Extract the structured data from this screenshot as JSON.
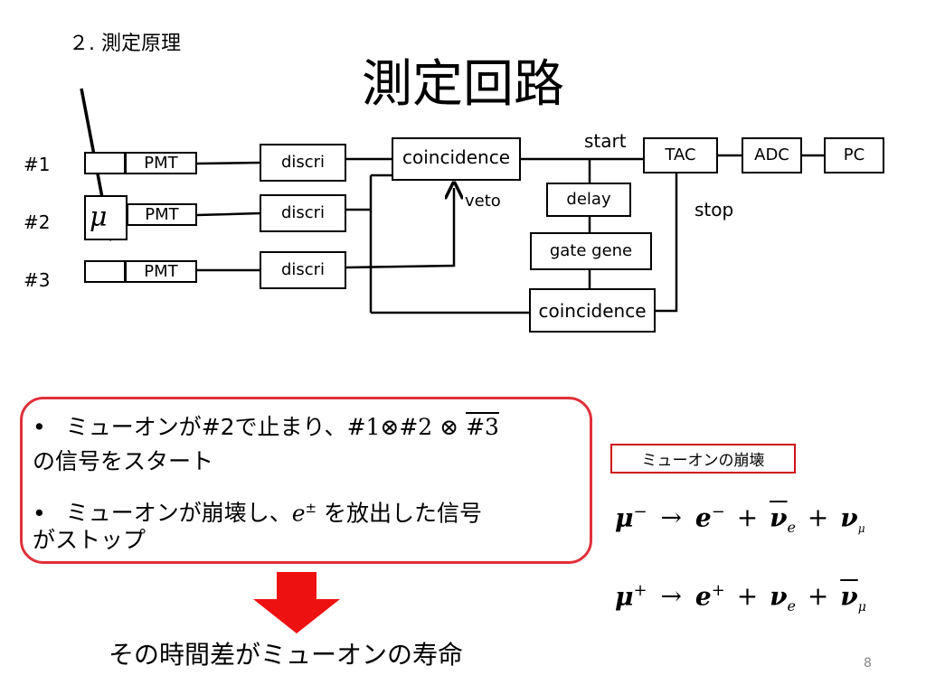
{
  "header": {
    "section": "２. 測定原理",
    "title": "測定回路"
  },
  "circuit": {
    "channels": [
      "#1",
      "#2",
      "#3"
    ],
    "pmt": "PMT",
    "discri": "discri",
    "coincidence": "coincidence",
    "veto": "veto",
    "delay": "delay",
    "gate": "gate gene",
    "tac": "TAC",
    "adc": "ADC",
    "pc": "PC",
    "start": "start",
    "stop": "stop",
    "muon": "μ"
  },
  "bullets": [
    {
      "marker": "•",
      "text": "ミューオンが#2で止まり、",
      "formula": "#1⊗#2 ⊗ ",
      "formula_bar": "#3",
      "cont": "の信号をスタート"
    },
    {
      "marker": "•",
      "text": "ミューオンが崩壊し、",
      "e": "e",
      "sup": "±",
      "text2": " を放出した信号",
      "cont": "がストップ"
    }
  ],
  "decay": {
    "label": "ミューオンの崩壊",
    "eq1": {
      "lhs": "μ",
      "lhs_sup": "−",
      "arrow": "→",
      "e": "e",
      "e_sup": "−",
      "plus": "+",
      "nu": "ν",
      "sub_e": "e",
      "sub_mu": "μ"
    },
    "eq2": {
      "lhs": "μ",
      "lhs_sup": "+",
      "arrow": "→",
      "e": "e",
      "e_sup": "+",
      "plus": "+",
      "nu": "ν",
      "sub_e": "e",
      "sub_mu": "μ"
    }
  },
  "footer": {
    "conclusion": "その時間差がミューオンの寿命",
    "page": "8"
  },
  "colors": {
    "accent": "#e0303a",
    "arrow": "#ee1111"
  }
}
